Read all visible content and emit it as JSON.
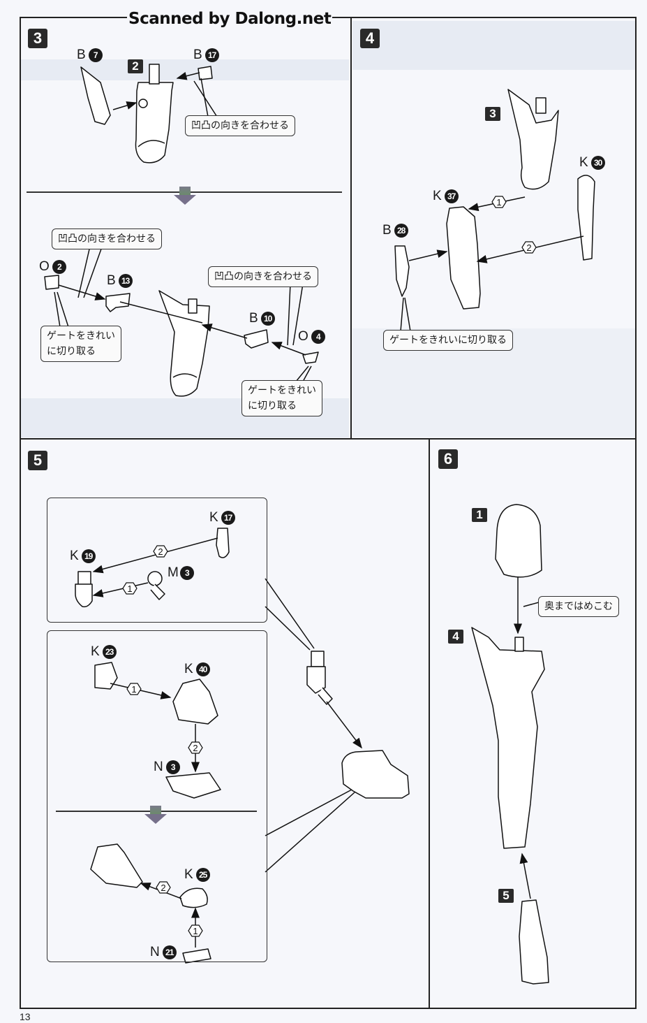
{
  "watermark": "Scanned by Dalong.net",
  "page_number": "13",
  "steps": [
    {
      "number": "3",
      "sub_assembly": "2",
      "parts": [
        {
          "runner": "B",
          "num": "7"
        },
        {
          "runner": "B",
          "num": "17"
        },
        {
          "runner": "O",
          "num": "2"
        },
        {
          "runner": "B",
          "num": "13"
        },
        {
          "runner": "B",
          "num": "10"
        },
        {
          "runner": "O",
          "num": "4"
        }
      ],
      "callouts": [
        "凹凸の向きを合わせる",
        "凹凸の向きを合わせる",
        "凹凸の向きを合わせる",
        "ゲートをきれい\nに切り取る",
        "ゲートをきれい\nに切り取る"
      ]
    },
    {
      "number": "4",
      "sub_assembly": "3",
      "parts": [
        {
          "runner": "K",
          "num": "30"
        },
        {
          "runner": "K",
          "num": "37"
        },
        {
          "runner": "B",
          "num": "28"
        }
      ],
      "order_marks": [
        "1",
        "2"
      ],
      "callouts": [
        "ゲートをきれいに切り取る"
      ]
    },
    {
      "number": "5",
      "parts": [
        {
          "runner": "K",
          "num": "17"
        },
        {
          "runner": "K",
          "num": "19"
        },
        {
          "runner": "M",
          "num": "3"
        },
        {
          "runner": "K",
          "num": "23"
        },
        {
          "runner": "K",
          "num": "40"
        },
        {
          "runner": "N",
          "num": "3"
        },
        {
          "runner": "K",
          "num": "25"
        },
        {
          "runner": "N",
          "num": "21"
        }
      ],
      "order_marks": [
        "2",
        "1",
        "1",
        "2",
        "2",
        "1"
      ]
    },
    {
      "number": "6",
      "sub_assemblies": [
        "1",
        "4",
        "5"
      ],
      "callouts": [
        "奥まではめこむ"
      ]
    }
  ]
}
